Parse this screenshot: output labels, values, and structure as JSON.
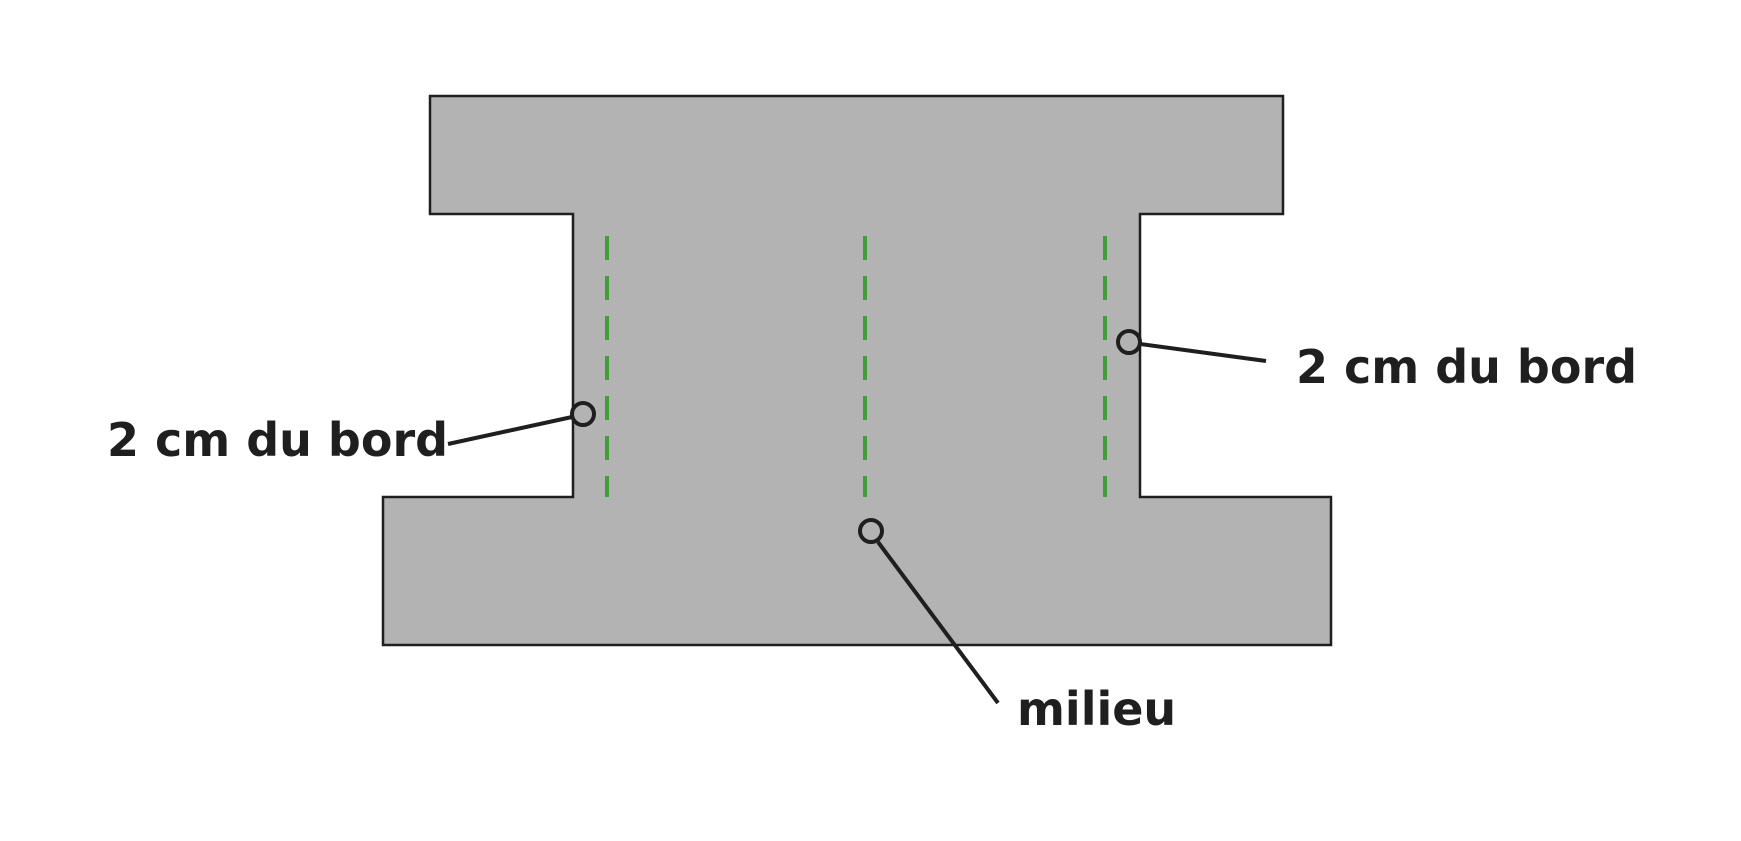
{
  "diagram": {
    "labels": {
      "left_edge": "2 cm du bord",
      "right_edge": "2 cm du bord",
      "middle": "milieu"
    },
    "colors": {
      "fabric": "#b3b3b3",
      "outline": "#1f1f1f",
      "fold_lines": "#3f9e38",
      "background": "#ffffff"
    }
  }
}
